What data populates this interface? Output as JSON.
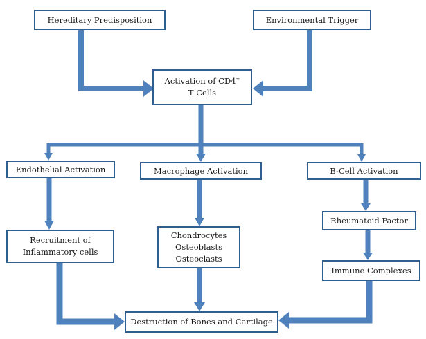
{
  "diagram": {
    "colors": {
      "arrow": "#4f81bd",
      "box_border": "#2f5f8f",
      "text": "#1a1a1a"
    },
    "nodes": {
      "hereditary": {
        "text": "Hereditary Predisposition"
      },
      "environmental": {
        "text": "Environmental Trigger"
      },
      "activation": {
        "line1": "Activation of CD4",
        "line1_sup": "+",
        "line2": "T Cells"
      },
      "endothelial": {
        "text": "Endothelial Activation"
      },
      "macrophage": {
        "text": "Macrophage Activation"
      },
      "bcell": {
        "text": "B-Cell Activation"
      },
      "recruitment": {
        "line1": "Recruitment of",
        "line2": "Inflammatory cells"
      },
      "chondro": {
        "line1": "Chondrocytes",
        "line2": "Osteoblasts",
        "line3": "Osteoclasts"
      },
      "rheumatoid": {
        "text": "Rheumatoid Factor"
      },
      "immune": {
        "text": "Immune Complexes"
      },
      "destruction": {
        "text": "Destruction of Bones and Cartilage"
      }
    },
    "edges": [
      {
        "from": "hereditary",
        "to": "activation"
      },
      {
        "from": "environmental",
        "to": "activation"
      },
      {
        "from": "activation",
        "to": "endothelial"
      },
      {
        "from": "activation",
        "to": "macrophage"
      },
      {
        "from": "activation",
        "to": "bcell"
      },
      {
        "from": "endothelial",
        "to": "recruitment"
      },
      {
        "from": "macrophage",
        "to": "chondro"
      },
      {
        "from": "bcell",
        "to": "rheumatoid"
      },
      {
        "from": "rheumatoid",
        "to": "immune"
      },
      {
        "from": "recruitment",
        "to": "destruction"
      },
      {
        "from": "chondro",
        "to": "destruction"
      },
      {
        "from": "immune",
        "to": "destruction"
      }
    ]
  }
}
